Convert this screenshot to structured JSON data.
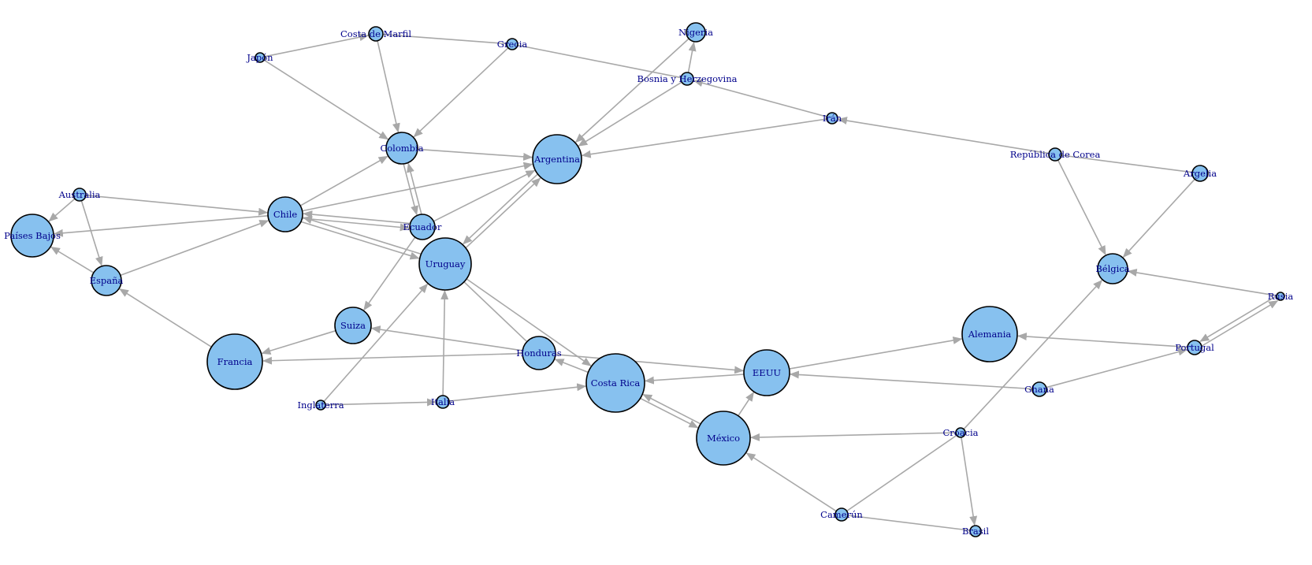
{
  "colors": {
    "node_fill": "#87c1ef",
    "node_stroke": "#000000",
    "edge": "#a8a8a8",
    "label": "#00008b",
    "background": "#ffffff"
  },
  "nodes": [
    {
      "id": "japon",
      "label": "Japón"
    },
    {
      "id": "costa-marfil",
      "label": "Costa de Marfil"
    },
    {
      "id": "grecia",
      "label": "Grecia"
    },
    {
      "id": "nigeria",
      "label": "Nigeria"
    },
    {
      "id": "bosnia",
      "label": "Bosnia y Herzegovina"
    },
    {
      "id": "iran",
      "label": "Irán"
    },
    {
      "id": "colombia",
      "label": "Colombia"
    },
    {
      "id": "argentina",
      "label": "Argentina"
    },
    {
      "id": "republica-corea",
      "label": "República de Corea"
    },
    {
      "id": "argelia",
      "label": "Argelia"
    },
    {
      "id": "australia",
      "label": "Australia"
    },
    {
      "id": "chile",
      "label": "Chile"
    },
    {
      "id": "ecuador",
      "label": "Ecuador"
    },
    {
      "id": "paises-bajos",
      "label": "Países Bajos"
    },
    {
      "id": "espana",
      "label": "España"
    },
    {
      "id": "uruguay",
      "label": "Uruguay"
    },
    {
      "id": "belgica",
      "label": "Bélgica"
    },
    {
      "id": "rusia",
      "label": "Rusia"
    },
    {
      "id": "suiza",
      "label": "Suiza"
    },
    {
      "id": "alemania",
      "label": "Alemania"
    },
    {
      "id": "portugal",
      "label": "Portugal"
    },
    {
      "id": "honduras",
      "label": "Honduras"
    },
    {
      "id": "francia",
      "label": "Francia"
    },
    {
      "id": "eeuu",
      "label": "EEUU"
    },
    {
      "id": "costa-rica",
      "label": "Costa Rica"
    },
    {
      "id": "ghana",
      "label": "Ghana"
    },
    {
      "id": "inglaterra",
      "label": "Inglaterra"
    },
    {
      "id": "italia",
      "label": "Italia"
    },
    {
      "id": "croacia",
      "label": "Croacia"
    },
    {
      "id": "mexico",
      "label": "México"
    },
    {
      "id": "camerun",
      "label": "Camerún"
    },
    {
      "id": "brasil",
      "label": "Brasil"
    }
  ],
  "edges": [
    {
      "from": "japon",
      "to": "costa-marfil",
      "arrow": true
    },
    {
      "from": "japon",
      "to": "colombia",
      "arrow": true
    },
    {
      "from": "costa-marfil",
      "to": "grecia",
      "arrow": false
    },
    {
      "from": "costa-marfil",
      "to": "colombia",
      "arrow": true
    },
    {
      "from": "grecia",
      "to": "colombia",
      "arrow": true
    },
    {
      "from": "grecia",
      "to": "bosnia",
      "arrow": false
    },
    {
      "from": "bosnia",
      "to": "nigeria",
      "arrow": true
    },
    {
      "from": "nigeria",
      "to": "argentina",
      "arrow": true
    },
    {
      "from": "bosnia",
      "to": "argentina",
      "arrow": true
    },
    {
      "from": "iran",
      "to": "bosnia",
      "arrow": true
    },
    {
      "from": "iran",
      "to": "argentina",
      "arrow": true
    },
    {
      "from": "republica-corea",
      "to": "iran",
      "arrow": true
    },
    {
      "from": "republica-corea",
      "to": "argelia",
      "arrow": false
    },
    {
      "from": "republica-corea",
      "to": "belgica",
      "arrow": true
    },
    {
      "from": "argelia",
      "to": "belgica",
      "arrow": true
    },
    {
      "from": "rusia",
      "to": "belgica",
      "arrow": true
    },
    {
      "from": "portugal",
      "to": "rusia",
      "arrow": true
    },
    {
      "from": "rusia",
      "to": "portugal",
      "arrow": true
    },
    {
      "from": "portugal",
      "to": "alemania",
      "arrow": true
    },
    {
      "from": "ghana",
      "to": "portugal",
      "arrow": true
    },
    {
      "from": "ghana",
      "to": "eeuu",
      "arrow": true
    },
    {
      "from": "croacia",
      "to": "belgica",
      "arrow": true
    },
    {
      "from": "croacia",
      "to": "mexico",
      "arrow": true
    },
    {
      "from": "croacia",
      "to": "brasil",
      "arrow": true
    },
    {
      "from": "camerun",
      "to": "croacia",
      "arrow": false
    },
    {
      "from": "camerun",
      "to": "brasil",
      "arrow": false
    },
    {
      "from": "camerun",
      "to": "mexico",
      "arrow": true
    },
    {
      "from": "eeuu",
      "to": "alemania",
      "arrow": true
    },
    {
      "from": "mexico",
      "to": "eeuu",
      "arrow": true
    },
    {
      "from": "eeuu",
      "to": "costa-rica",
      "arrow": true
    },
    {
      "from": "mexico",
      "to": "costa-rica",
      "arrow": true
    },
    {
      "from": "costa-rica",
      "to": "mexico",
      "arrow": true
    },
    {
      "from": "honduras",
      "to": "eeuu",
      "arrow": true
    },
    {
      "from": "honduras",
      "to": "francia",
      "arrow": true
    },
    {
      "from": "honduras",
      "to": "suiza",
      "arrow": true
    },
    {
      "from": "costa-rica",
      "to": "honduras",
      "arrow": true
    },
    {
      "from": "uruguay",
      "to": "costa-rica",
      "arrow": true
    },
    {
      "from": "uruguay",
      "to": "honduras",
      "arrow": false
    },
    {
      "from": "italia",
      "to": "costa-rica",
      "arrow": true
    },
    {
      "from": "italia",
      "to": "uruguay",
      "arrow": true
    },
    {
      "from": "inglaterra",
      "to": "italia",
      "arrow": true
    },
    {
      "from": "inglaterra",
      "to": "uruguay",
      "arrow": true
    },
    {
      "from": "suiza",
      "to": "francia",
      "arrow": true
    },
    {
      "from": "ecuador",
      "to": "suiza",
      "arrow": true
    },
    {
      "from": "francia",
      "to": "espana",
      "arrow": true
    },
    {
      "from": "espana",
      "to": "paises-bajos",
      "arrow": true
    },
    {
      "from": "espana",
      "to": "chile",
      "arrow": true
    },
    {
      "from": "australia",
      "to": "paises-bajos",
      "arrow": true
    },
    {
      "from": "australia",
      "to": "espana",
      "arrow": true
    },
    {
      "from": "australia",
      "to": "chile",
      "arrow": true
    },
    {
      "from": "chile",
      "to": "paises-bajos",
      "arrow": true
    },
    {
      "from": "chile",
      "to": "colombia",
      "arrow": true
    },
    {
      "from": "chile",
      "to": "argentina",
      "arrow": true
    },
    {
      "from": "chile",
      "to": "ecuador",
      "arrow": true
    },
    {
      "from": "ecuador",
      "to": "chile",
      "arrow": true
    },
    {
      "from": "uruguay",
      "to": "chile",
      "arrow": true
    },
    {
      "from": "chile",
      "to": "uruguay",
      "arrow": true
    },
    {
      "from": "colombia",
      "to": "argentina",
      "arrow": true
    },
    {
      "from": "colombia",
      "to": "ecuador",
      "arrow": true
    },
    {
      "from": "ecuador",
      "to": "colombia",
      "arrow": true
    },
    {
      "from": "ecuador",
      "to": "argentina",
      "arrow": true
    },
    {
      "from": "uruguay",
      "to": "argentina",
      "arrow": true
    },
    {
      "from": "argentina",
      "to": "uruguay",
      "arrow": true
    }
  ]
}
